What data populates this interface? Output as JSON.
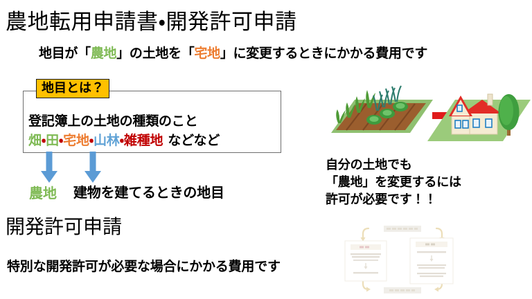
{
  "slide": {
    "title": "農地転用申請書・開発許可申請",
    "subtitle": {
      "part1": "地目が「",
      "highlight1": "農地",
      "part2": "」の土地を「",
      "highlight2": "宅地",
      "part3": "」に変更するときにかかる費用です"
    }
  },
  "definition_box": {
    "badge": "地目とは？",
    "line1": "登記簿上の土地の種類のこと",
    "terms": [
      "畑",
      "田",
      "宅地",
      "山林",
      "雑種地"
    ],
    "separator": "・",
    "etc": "などなど"
  },
  "arrows": {
    "left_label": "農地",
    "right_label": "建物を建てるときの地目"
  },
  "section2": {
    "title": "開発許可申請",
    "description": "特別な開発許可が必要な場合にかかる費用です"
  },
  "right_caption": {
    "line1": "自分の土地でも",
    "line2": "「農地」を変更するには",
    "line3": "許可が必要です！！"
  },
  "illustration": {
    "alt": "農地から宅地への転用イメージ"
  },
  "cycle_diagram": {
    "alt": "開発許可の流れ図"
  },
  "colors": {
    "green": "#7FBA55",
    "orange": "#ED7D31",
    "red": "#C00000",
    "blue": "#61A3D6",
    "badge_bg": "#FFC000",
    "arrow_blue": "#5B9BD5",
    "roof_red": "#E03030",
    "grass_green": "#9BCB7B",
    "soil_brown": "#9B5E2E"
  }
}
